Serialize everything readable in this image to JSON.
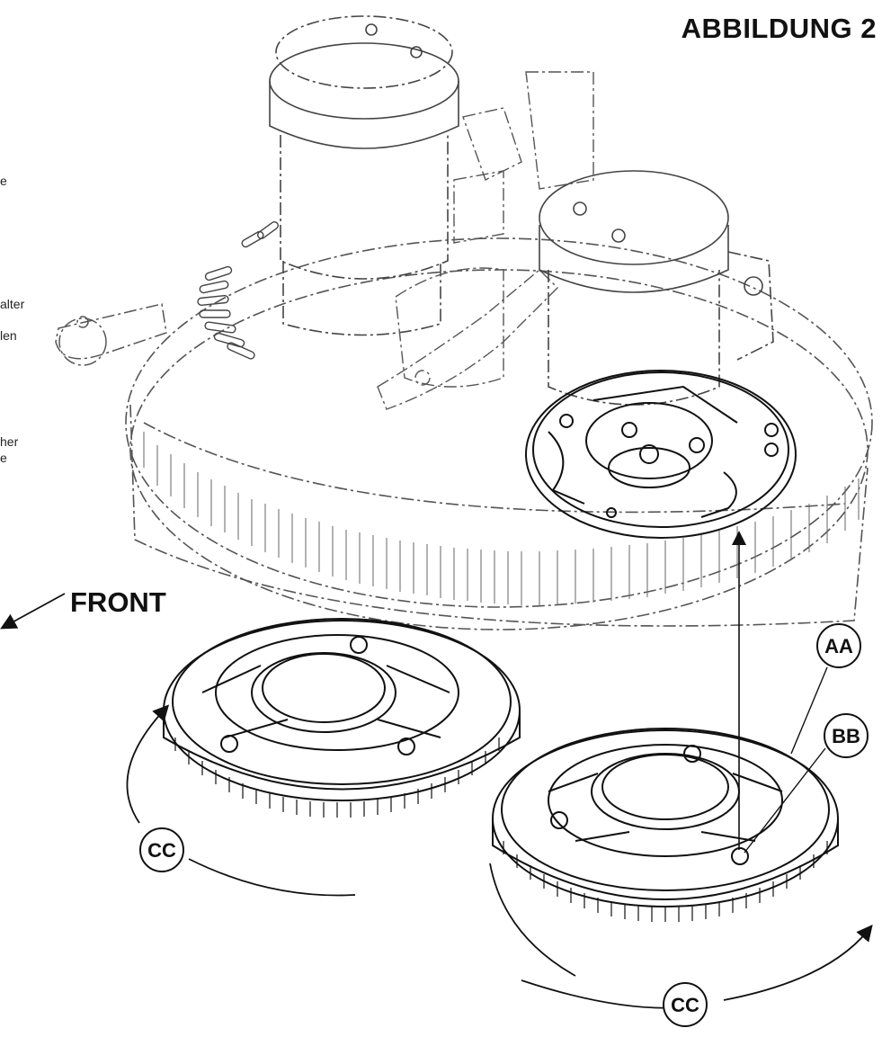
{
  "figure": {
    "title": "ABBILDUNG 2",
    "direction_label": "FRONT",
    "side_text_fragments": [
      "e",
      "alter",
      "len",
      "her",
      "e"
    ],
    "callouts": [
      "AA",
      "BB",
      "CC",
      "CC"
    ]
  }
}
